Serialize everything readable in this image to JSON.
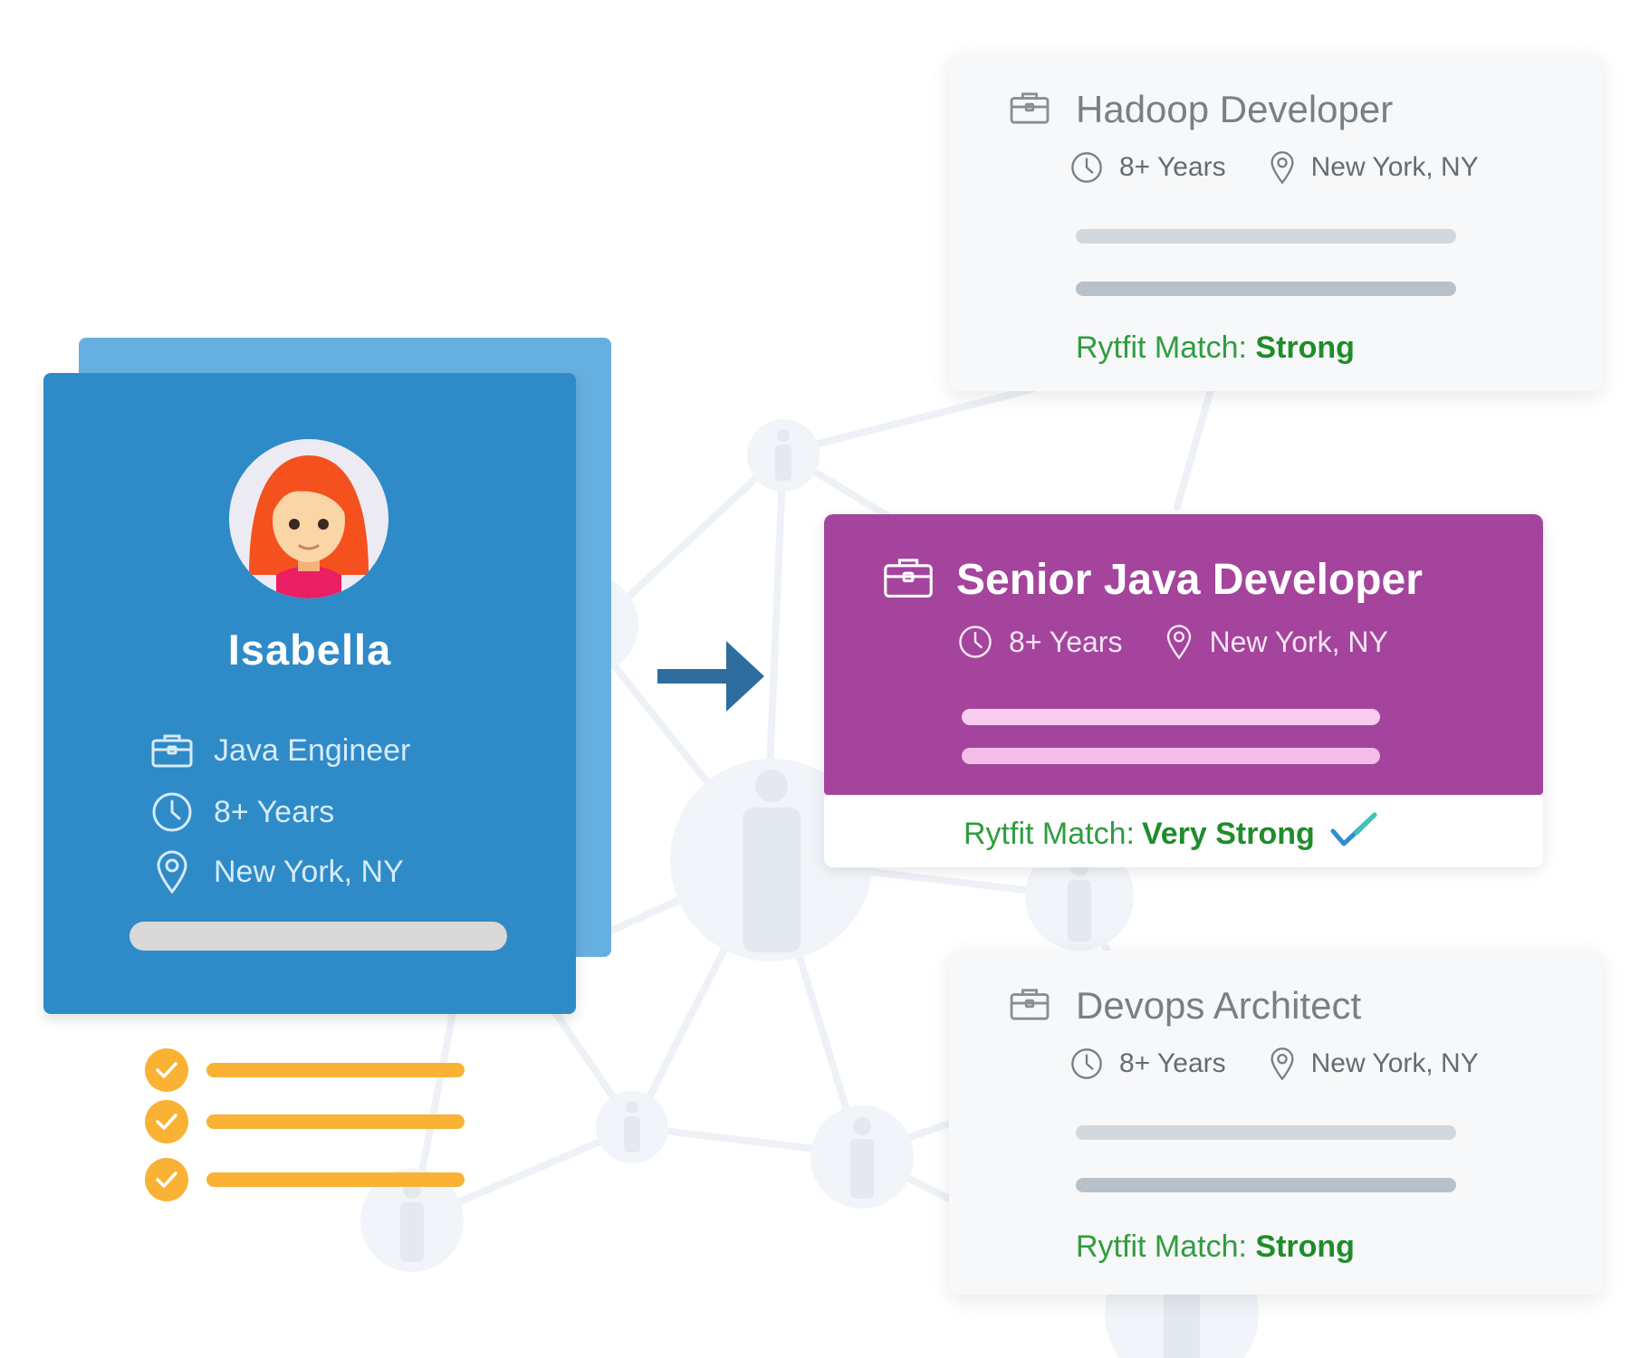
{
  "candidate": {
    "name": "Isabella",
    "role": "Java Engineer",
    "experience": "8+ Years",
    "location": "New York, NY"
  },
  "checklist": {
    "count": 3
  },
  "jobs": {
    "top": {
      "title": "Hadoop Developer",
      "experience": "8+ Years",
      "location": "New York, NY",
      "match_label": "Rytfit Match:",
      "match_value": "Strong"
    },
    "featured": {
      "title": "Senior Java Developer",
      "experience": "8+ Years",
      "location": "New York, NY",
      "match_label": "Rytfit Match:",
      "match_value": "Very Strong"
    },
    "bottom": {
      "title": "Devops Architect",
      "experience": "8+ Years",
      "location": "New York, NY",
      "match_label": "Rytfit Match:",
      "match_value": "Strong"
    }
  },
  "colors": {
    "candidate_card": "#2f8ac8",
    "candidate_card_back": "#66b0e1",
    "featured_card": "#a4449d",
    "match_green": "#1e8d2a",
    "check_orange": "#f9b233",
    "arrow": "#2e6d9e"
  },
  "icons": {
    "role": "briefcase-icon",
    "experience": "clock-icon",
    "location": "location-pin-icon",
    "check": "check-icon",
    "match": "checkmark-icon"
  }
}
